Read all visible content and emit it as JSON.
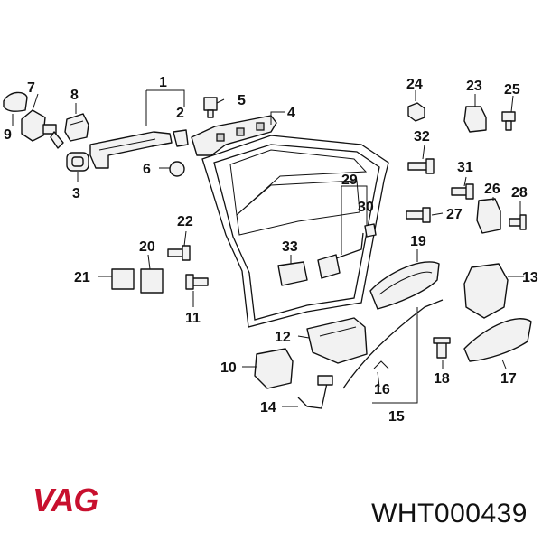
{
  "brand": {
    "logo_text": "VAG",
    "color": "#c8102e"
  },
  "part_number": "WHT000439",
  "callouts": [
    "1",
    "2",
    "3",
    "4",
    "5",
    "6",
    "7",
    "8",
    "9",
    "10",
    "11",
    "12",
    "13",
    "14",
    "15",
    "16",
    "17",
    "18",
    "19",
    "20",
    "21",
    "22",
    "23",
    "24",
    "25",
    "26",
    "27",
    "28",
    "29",
    "30",
    "31",
    "32",
    "33"
  ]
}
